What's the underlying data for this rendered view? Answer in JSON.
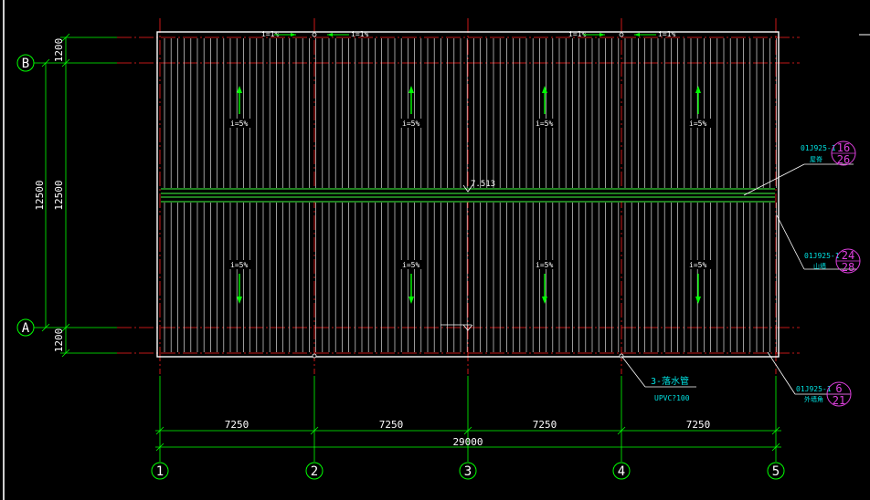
{
  "drawing": {
    "background": "#000000",
    "colors": {
      "outline": "#ffffff",
      "axis_line": "#ff2020",
      "dimension": "#00ff00",
      "text": "#ffffff",
      "callout_text": "#00e0e0",
      "detail_circle": "#e040e0",
      "ridge": "#40ff40"
    },
    "axes_vertical": [
      {
        "label": "1"
      },
      {
        "label": "2"
      },
      {
        "label": "3"
      },
      {
        "label": "4"
      },
      {
        "label": "5"
      }
    ],
    "axes_horizontal": [
      {
        "label": "B"
      },
      {
        "label": "A"
      }
    ],
    "dimensions_bottom": {
      "spans": [
        "7250",
        "7250",
        "7250",
        "7250"
      ],
      "total": "29000"
    },
    "dimensions_left": {
      "inner": [
        "1200",
        "12500",
        "1200"
      ],
      "outer": "12500"
    },
    "ridge_elevation": "7.513",
    "gutter_slopes": [
      "i=1%",
      "i=1%",
      "i=1%",
      "i=1%"
    ],
    "roof_slopes": [
      "i=5%",
      "i=5%",
      "i=5%",
      "i=5%",
      "i=5%",
      "i=5%",
      "i=5%",
      "i=5%"
    ],
    "callouts": [
      {
        "ref": "01J925-1",
        "desc": "屋脊",
        "num_top": "16",
        "num_bottom": "26"
      },
      {
        "ref": "01J925-1",
        "desc": "山墙",
        "num_top": "24",
        "num_bottom": "28"
      },
      {
        "ref": "01J925-1",
        "desc": "外墙角",
        "num_top": "6",
        "num_bottom": "21"
      }
    ],
    "downpipe": {
      "title": "3-落水管",
      "spec": "UPVC?100"
    }
  }
}
